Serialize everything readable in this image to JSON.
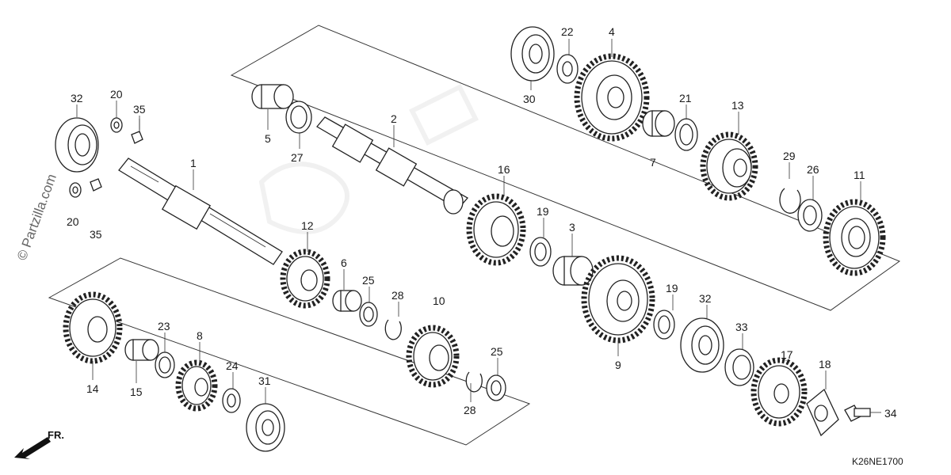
{
  "diagram_code": "K26NE1700",
  "watermark": "© Partzilla.com",
  "front_label": "FR.",
  "callouts": [
    {
      "id": "c32a",
      "label": "32"
    },
    {
      "id": "c20a",
      "label": "20"
    },
    {
      "id": "c35a",
      "label": "35"
    },
    {
      "id": "c20b",
      "label": "20"
    },
    {
      "id": "c35b",
      "label": "35"
    },
    {
      "id": "c1",
      "label": "1"
    },
    {
      "id": "c5",
      "label": "5"
    },
    {
      "id": "c27",
      "label": "27"
    },
    {
      "id": "c2",
      "label": "2"
    },
    {
      "id": "c30",
      "label": "30"
    },
    {
      "id": "c22",
      "label": "22"
    },
    {
      "id": "c4",
      "label": "4"
    },
    {
      "id": "c7",
      "label": "7"
    },
    {
      "id": "c21",
      "label": "21"
    },
    {
      "id": "c13",
      "label": "13"
    },
    {
      "id": "c29",
      "label": "29"
    },
    {
      "id": "c26",
      "label": "26"
    },
    {
      "id": "c11",
      "label": "11"
    },
    {
      "id": "c16",
      "label": "16"
    },
    {
      "id": "c19a",
      "label": "19"
    },
    {
      "id": "c3",
      "label": "3"
    },
    {
      "id": "c12",
      "label": "12"
    },
    {
      "id": "c6",
      "label": "6"
    },
    {
      "id": "c25a",
      "label": "25"
    },
    {
      "id": "c28a",
      "label": "28"
    },
    {
      "id": "c10",
      "label": "10"
    },
    {
      "id": "c9",
      "label": "9"
    },
    {
      "id": "c19b",
      "label": "19"
    },
    {
      "id": "c32b",
      "label": "32"
    },
    {
      "id": "c33",
      "label": "33"
    },
    {
      "id": "c17",
      "label": "17"
    },
    {
      "id": "c18",
      "label": "18"
    },
    {
      "id": "c34",
      "label": "34"
    },
    {
      "id": "c14",
      "label": "14"
    },
    {
      "id": "c23",
      "label": "23"
    },
    {
      "id": "c15",
      "label": "15"
    },
    {
      "id": "c8",
      "label": "8"
    },
    {
      "id": "c24",
      "label": "24"
    },
    {
      "id": "c31",
      "label": "31"
    },
    {
      "id": "c28b",
      "label": "28"
    },
    {
      "id": "c25b",
      "label": "25"
    }
  ]
}
